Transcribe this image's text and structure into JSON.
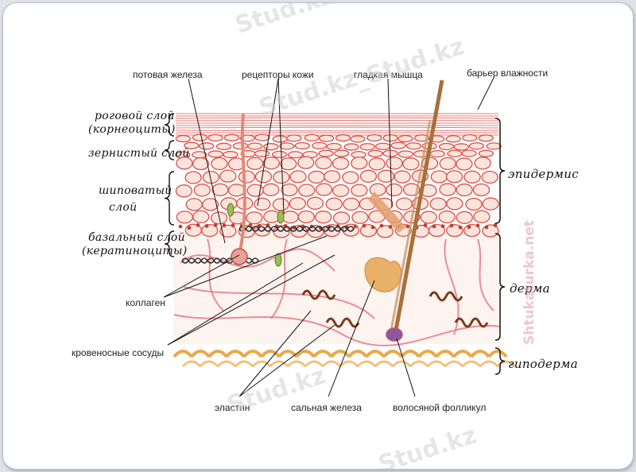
{
  "top_labels": {
    "sweat_gland": "потовая железа",
    "skin_receptors": "рецепторы кожи",
    "smooth_muscle": "гладкая мышца",
    "moisture_barrier": "барьер влажности"
  },
  "left_labels": {
    "stratum_corneum_1": "роговой слой",
    "stratum_corneum_2": "(корнеоциты)",
    "granular": "зернистый слой",
    "spinous_1": "шиповатый",
    "spinous_2": "слой",
    "basal_1": "базальный слой",
    "basal_2": "(кератиноциты)",
    "collagen": "коллаген",
    "blood_vessels": "кровеносные сосуды"
  },
  "right_labels": {
    "epidermis": "эпидермис",
    "dermis": "дерма",
    "hypodermis": "гиподерма"
  },
  "bottom_labels": {
    "elastin": "эластин",
    "sebaceous_gland": "сальная железа",
    "hair_follicle": "волосяной фолликул"
  },
  "watermarks": {
    "stud_top": "Stud.kz",
    "stud_mid": "Stud.kz",
    "stud_mid2": "_Stud.kz",
    "stud_bottom": "Stud.kz",
    "stud_br": "Stud.kz",
    "side": "Shtukaturka.net"
  },
  "colors": {
    "cell_line": "#d9504a",
    "cell_fill": "#fbe4dc",
    "dermis_fill": "#fdf3ef",
    "vessel": "#e47a8a",
    "fat": "#e9a84a",
    "hair": "#a8703c",
    "gland": "#e9b06a",
    "receptor": "#9bbf4e"
  }
}
